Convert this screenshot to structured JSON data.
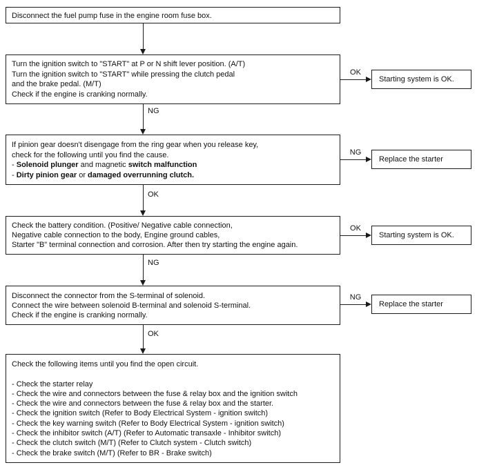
{
  "page": {
    "background_color": "#ffffff",
    "line_color": "#1a1a1a"
  },
  "flowchart": {
    "boxes": [
      {
        "name": "step-1-fuel-pump-fuse",
        "lines": [
          [
            {
              "t": "Disconnect the fuel pump fuse in the engine room fuse box."
            }
          ]
        ]
      },
      {
        "name": "step-2-ignition-start-check",
        "lines": [
          [
            {
              "t": "Turn the ignition switch to \"START\" at P or N shift lever position. (A/T)"
            }
          ],
          [
            {
              "t": "Turn the ignition switch to \"START\" while pressing the clutch pedal"
            }
          ],
          [
            {
              "t": "and the brake pedal. (M/T)"
            }
          ],
          [
            {
              "t": "Check if the engine is cranking normally."
            }
          ]
        ]
      },
      {
        "name": "step-3-pinion-gear-check",
        "lines": [
          [
            {
              "t": "If pinion gear doesn't disengage from the ring gear when you release key,"
            }
          ],
          [
            {
              "t": "check for the following until you find the cause."
            }
          ],
          [
            {
              "t": "- "
            },
            {
              "t": "Solenoid plunger",
              "b": true
            },
            {
              "t": " and magnetic "
            },
            {
              "t": "switch malfunction",
              "b": true
            }
          ],
          [
            {
              "t": "- "
            },
            {
              "t": "Dirty pinion gear",
              "b": true
            },
            {
              "t": " or "
            },
            {
              "t": "damaged overrunning clutch.",
              "b": true
            }
          ]
        ]
      },
      {
        "name": "step-4-battery-condition-check",
        "lines": [
          [
            {
              "t": "Check the battery condition. (Positive/ Negative cable connection,"
            }
          ],
          [
            {
              "t": "Negative cable connection to the body, Engine ground cables,"
            }
          ],
          [
            {
              "t": "Starter \"B\" terminal connection and corrosion. After then try starting the engine again."
            }
          ]
        ]
      },
      {
        "name": "step-5-solenoid-terminal-check",
        "lines": [
          [
            {
              "t": "Disconnect the connector from the S-terminal of solenoid."
            }
          ],
          [
            {
              "t": "Connect the wire between solenoid B-terminal and solenoid S-terminal."
            }
          ],
          [
            {
              "t": "Check if the engine is cranking normally."
            }
          ]
        ]
      },
      {
        "name": "step-6-open-circuit-checks",
        "lines": [
          [
            {
              "t": "Check the following items until you find the open circuit."
            }
          ],
          [
            {
              "t": ""
            }
          ],
          [
            {
              "t": "- Check the starter relay"
            }
          ],
          [
            {
              "t": "- Check the wire and connectors between the fuse & relay box and the ignition switch"
            }
          ],
          [
            {
              "t": "- Check the wire and connectors between the fuse & relay box and the starter."
            }
          ],
          [
            {
              "t": "- Check the ignition switch (Refer to Body Electrical System - ignition switch)"
            }
          ],
          [
            {
              "t": "- Check the key warning switch (Refer to Body Electrical System - ignition switch)"
            }
          ],
          [
            {
              "t": "- Check the inhibitor switch (A/T) (Refer to Automatic transaxle - Inhibitor switch)"
            }
          ],
          [
            {
              "t": "- Check the clutch switch (M/T) (Refer to Clutch system - Clutch switch)"
            }
          ],
          [
            {
              "t": "- Check the brake switch (M/T) (Refer to BR - Brake switch)"
            }
          ]
        ]
      }
    ],
    "connectors": [
      {
        "from": "step-1",
        "to": "step-2",
        "label": ""
      },
      {
        "from": "step-2",
        "to": "step-3",
        "label": "NG"
      },
      {
        "from": "step-3",
        "to": "step-4",
        "label": "OK"
      },
      {
        "from": "step-4",
        "to": "step-5",
        "label": "NG"
      },
      {
        "from": "step-5",
        "to": "step-6",
        "label": "OK"
      }
    ],
    "branches": [
      {
        "from": "step-2",
        "label": "OK",
        "result": "Starting system is OK."
      },
      {
        "from": "step-3",
        "label": "NG",
        "result": "Replace the starter"
      },
      {
        "from": "step-4",
        "label": "OK",
        "result": "Starting system is OK."
      },
      {
        "from": "step-5",
        "label": "NG",
        "result": "Replace the starter"
      }
    ]
  }
}
